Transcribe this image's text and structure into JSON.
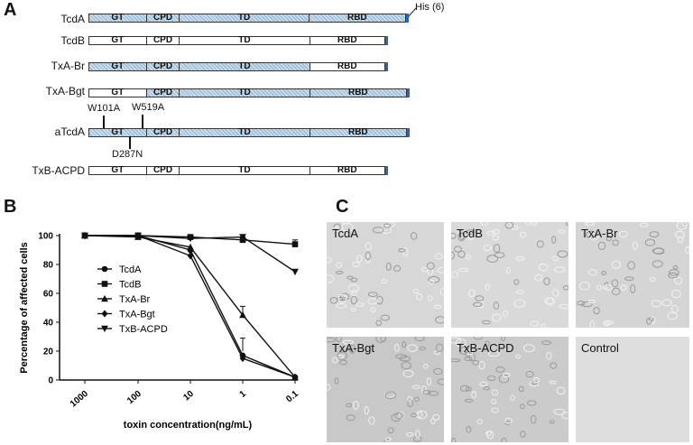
{
  "panels": {
    "a": "A",
    "b": "B",
    "c": "C"
  },
  "schematic": {
    "his_label": "His (6)",
    "segment_labels": [
      "GT",
      "CPD",
      "TD",
      "RBD"
    ],
    "rows": [
      {
        "name": "TcdA",
        "hatched": [
          true,
          true,
          true,
          true
        ]
      },
      {
        "name": "TcdB",
        "hatched": [
          false,
          false,
          false,
          false
        ]
      },
      {
        "name": "TxA-Br",
        "hatched": [
          true,
          true,
          true,
          false
        ]
      },
      {
        "name": "TxA-Bgt",
        "hatched": [
          false,
          true,
          true,
          true
        ]
      },
      {
        "name": "aTcdA",
        "hatched": [
          true,
          true,
          true,
          true
        ]
      },
      {
        "name": "TxB-ACPD",
        "hatched": [
          false,
          false,
          false,
          false
        ]
      }
    ],
    "mutations": [
      "W101A",
      "W519A",
      "D287N"
    ]
  },
  "chart_data": {
    "type": "line",
    "ylabel": "Percentage of affected cells",
    "xlabel": "toxin concentration(ng/mL)",
    "x_ticks": [
      "1000",
      "100",
      "10",
      "1",
      "0.1"
    ],
    "x_scale": "log, decreasing",
    "y_ticks": [
      "0",
      "20",
      "40",
      "60",
      "80",
      "100"
    ],
    "ylim": [
      0,
      100
    ],
    "series": [
      {
        "name": "TcdA",
        "marker": "circle",
        "x": [
          1000,
          100,
          10,
          1,
          0.1
        ],
        "y": [
          100,
          100,
          90,
          17,
          2
        ]
      },
      {
        "name": "TcdB",
        "marker": "square",
        "x": [
          1000,
          100,
          10,
          1,
          0.1
        ],
        "y": [
          100,
          100,
          99,
          97,
          94
        ]
      },
      {
        "name": "TxA-Br",
        "marker": "triangle",
        "x": [
          1000,
          100,
          10,
          1,
          0.1
        ],
        "y": [
          100,
          99,
          92,
          45,
          2
        ]
      },
      {
        "name": "TxA-Bgt",
        "marker": "diamond",
        "x": [
          1000,
          100,
          10,
          1,
          0.1
        ],
        "y": [
          100,
          100,
          86,
          15,
          2
        ]
      },
      {
        "name": "TxB-ACPD",
        "marker": "triangle-down",
        "x": [
          1000,
          100,
          10,
          1,
          0.1
        ],
        "y": [
          100,
          100,
          98,
          99,
          75
        ]
      }
    ],
    "legend_position": "inside-left"
  },
  "micrographs": [
    {
      "label": "TcdA"
    },
    {
      "label": "TcdB"
    },
    {
      "label": "TxA-Br"
    },
    {
      "label": "TxA-Bgt"
    },
    {
      "label": "TxB-ACPD"
    },
    {
      "label": "Control"
    }
  ]
}
